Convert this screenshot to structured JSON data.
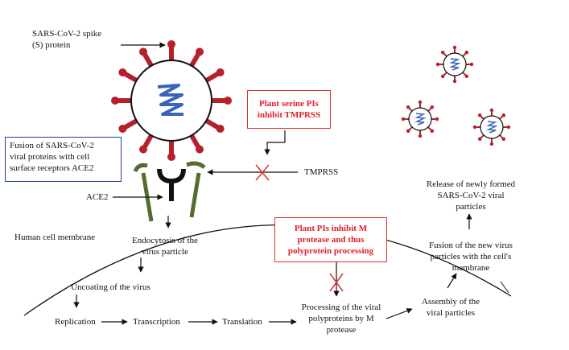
{
  "labels": {
    "spike": "SARS-CoV-2 spike\n(S) protein",
    "fusion_receptor": "Fusion of SARS-CoV-2\nviral proteins with cell\nsurface receptors ACE2",
    "ace2": "ACE2",
    "tmprss": "TMPRSS",
    "membrane": "Human cell membrane",
    "endocytosis": "Endocytosis of the\nvirus particle",
    "uncoating": "Uncoating of the virus",
    "replication": "Replication",
    "transcription": "Transcription",
    "translation": "Translation",
    "processing": "Processing of the viral\npolyproteins by M\nprotease",
    "assembly": "Assembly of the\nviral particles",
    "fusion_new": "Fusion of the new virus\nparticles with the cell's\nmembrane",
    "release": "Release of newly formed\nSARS-CoV-2 viral\nparticles"
  },
  "callouts": {
    "serine_pi": "Plant serine PIs\ninhibit TMPRSS",
    "m_protease": "Plant PIs inhibit M\nprotease and thus\npolyprotein processing"
  },
  "colors": {
    "spike_red": "#b5202a",
    "callout_red": "#e03030",
    "rna_blue": "#3a64b8",
    "receptor_green": "#556b2f",
    "box_blue": "#1f3f8f"
  }
}
